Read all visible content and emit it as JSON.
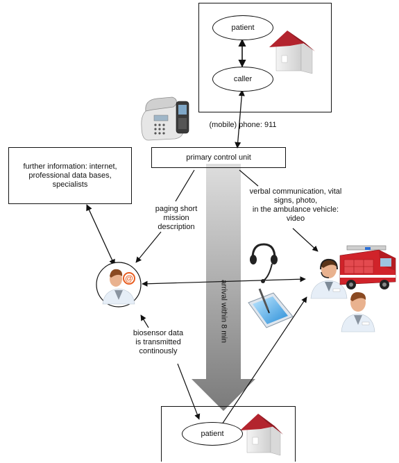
{
  "top_scene": {
    "patient_label": "patient",
    "caller_label": "caller"
  },
  "phone_link": {
    "label": "(mobile) phone: 911"
  },
  "control_unit": {
    "label": "primary control unit"
  },
  "info_box": {
    "lines": [
      "further information: internet,",
      "professional  data bases,",
      "specialists"
    ]
  },
  "paging": {
    "lines": [
      "paging short",
      "mission",
      "description"
    ]
  },
  "verbal": {
    "lines": [
      "verbal communication, vital",
      "signs, photo,",
      "in the ambulance vehicle:",
      "video"
    ]
  },
  "arrival": {
    "label": "arrival within  8 min"
  },
  "biosensor": {
    "lines": [
      "biosensor data",
      "is transmitted",
      "continously"
    ]
  },
  "bottom_scene": {
    "patient_label": "patient"
  },
  "icons": {
    "house": "house-icon",
    "phone": "desk-phone-icon",
    "headset": "headset-icon",
    "tablet": "tablet-icon",
    "doctor": "doctor-email-icon",
    "paramedic": "paramedic-headset-icon",
    "medic": "medic-icon",
    "truck": "ambulance-truck-icon"
  },
  "colors": {
    "roof": "#b3242e",
    "wall": "#e9e9e9",
    "arrow_top": "#dedede",
    "arrow_bottom": "#7a7a7a",
    "skin": "#e9b28f",
    "hair": "#8a4a22",
    "coat": "#e6eef7",
    "truck_red": "#d0232a"
  }
}
